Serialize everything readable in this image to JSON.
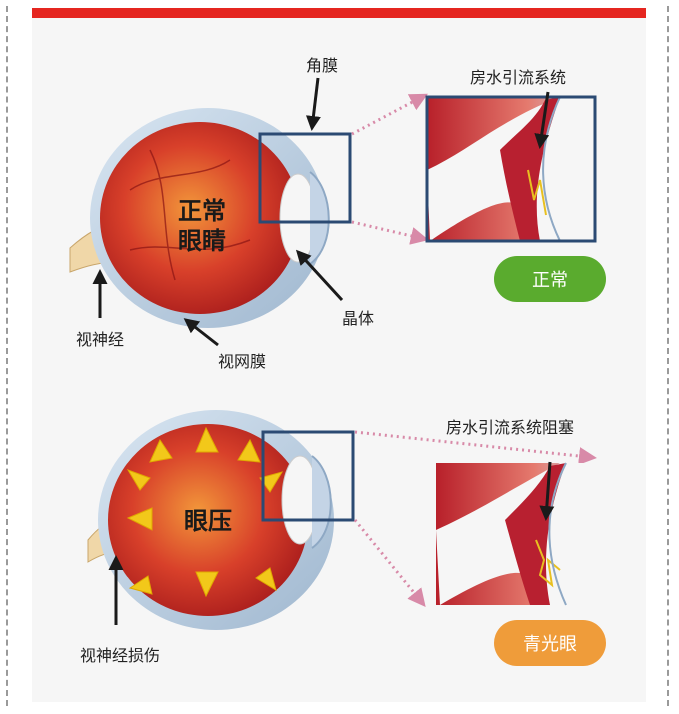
{
  "colors": {
    "banner": "#e52620",
    "normal_badge": "#5aab2e",
    "glaucoma_badge": "#ef9c3a",
    "inset_frame": "#2b4a73",
    "pointer": "#1a1a1a",
    "pressure_arrow": "#f2c81a"
  },
  "top": {
    "cornea_label": "角膜",
    "drainage_label": "房水引流系统",
    "eye_label_line1": "正常",
    "eye_label_line2": "眼睛",
    "lens_label": "晶体",
    "optic_nerve_label": "视神经",
    "retina_label": "视网膜",
    "badge": "正常"
  },
  "bottom": {
    "blocked_label": "房水引流系统阻塞",
    "pressure_label": "眼压",
    "nerve_damage_label": "视神经损伤",
    "badge": "青光眼"
  }
}
